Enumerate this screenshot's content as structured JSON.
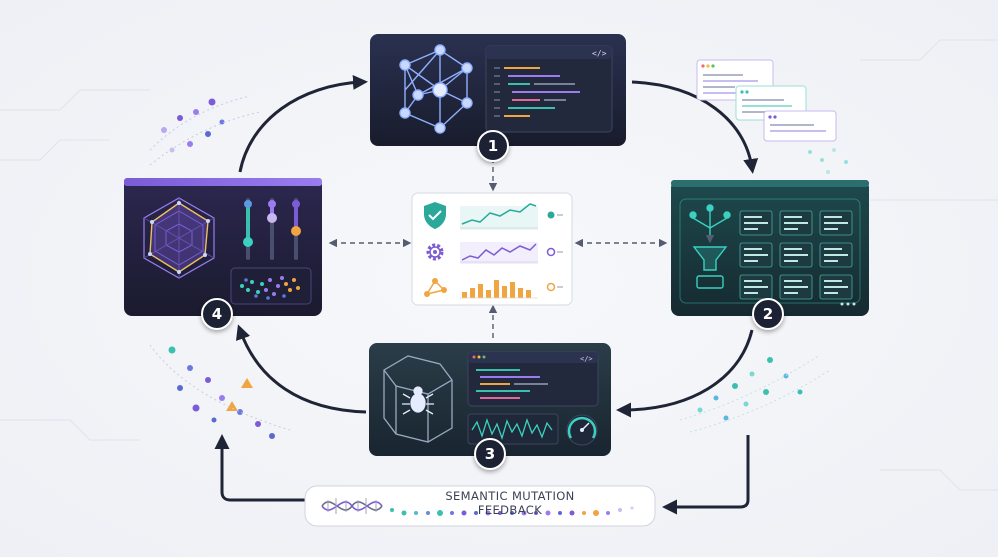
{
  "diagram": {
    "steps": [
      {
        "number": "1"
      },
      {
        "number": "2"
      },
      {
        "number": "3"
      },
      {
        "number": "4"
      }
    ],
    "feedback_label": "SEMANTIC MUTATION FEEDBACK",
    "code_tag": "</>",
    "colors": {
      "dark_panel": "#1d2234",
      "teal_panel": "#1a3c40",
      "purple_accent": "#7b5cd6",
      "teal_accent": "#3bc0b0",
      "orange_accent": "#f0a540",
      "arrow": "#1f2536"
    }
  }
}
